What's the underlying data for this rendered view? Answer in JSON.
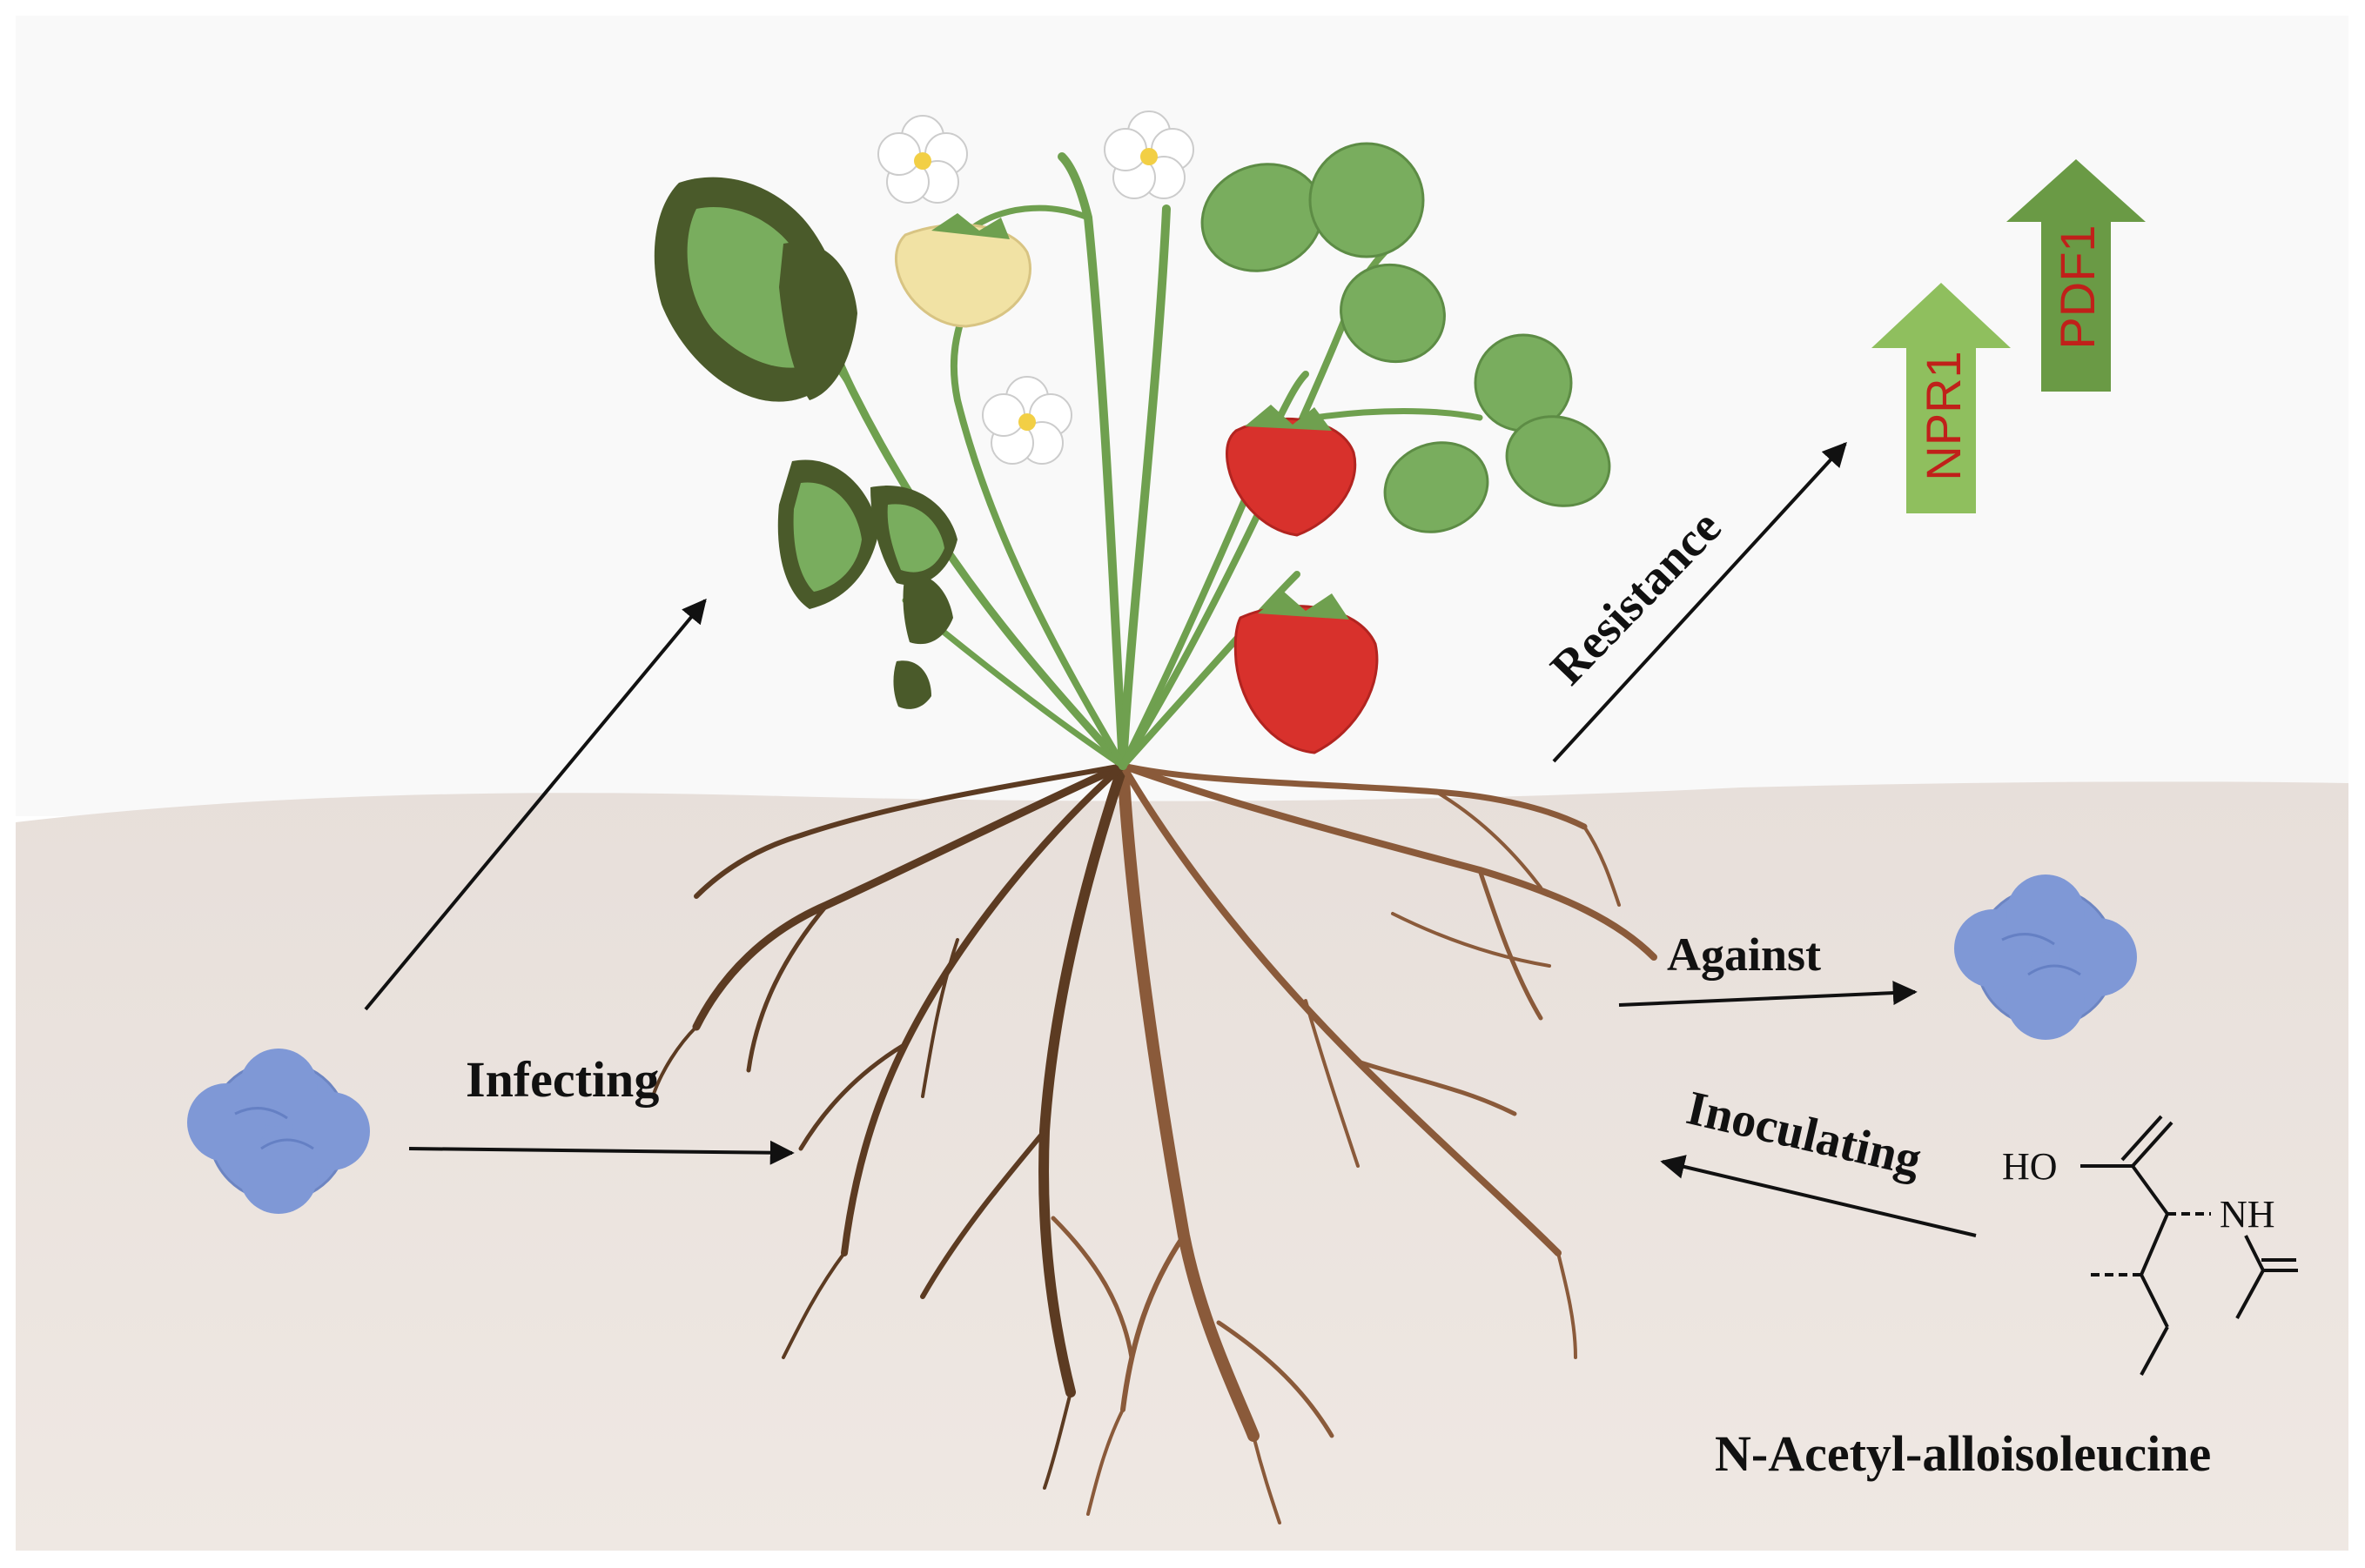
{
  "labels": {
    "infecting": "Infecting",
    "resistance": "Resistance",
    "against": "Against",
    "inoculating": "Inoculating",
    "compound_name": "N-Acetyl-alloisoleucine"
  },
  "genes": [
    {
      "name": "NPR1",
      "color": "#8fbf5e"
    },
    {
      "name": "PDF1",
      "color": "#6a9a45"
    }
  ],
  "chemical_atoms": {
    "hydroxyl": "HO",
    "amine": "NH"
  },
  "colors": {
    "sky": "#fafafa",
    "soil": "#ebe3de",
    "pathogen": "#7f98d6",
    "leaf": "#79ad5e",
    "leaf_diseased": "#4a5a2a",
    "stem": "#6fa04f",
    "root": "#8a5a3a",
    "strawberry": "#d8312c",
    "unripe": "#f1e2a4",
    "flower": "#ffffff",
    "gene_text": "#c0201a"
  }
}
